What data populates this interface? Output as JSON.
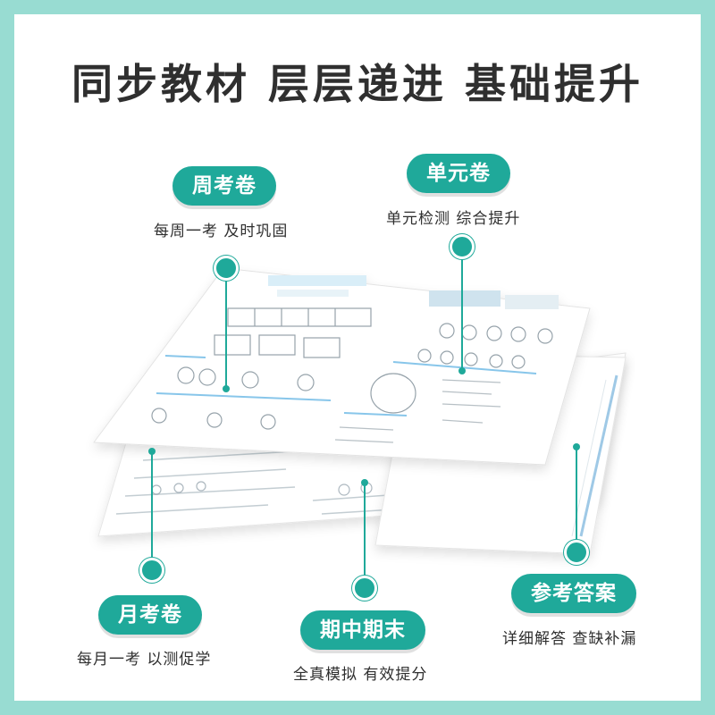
{
  "headline": "同步教材 层层递进 基础提升",
  "labels": {
    "weekly": {
      "title": "周考卷",
      "desc": "每周一考 及时巩固"
    },
    "unit": {
      "title": "单元卷",
      "desc": "单元检测 综合提升"
    },
    "monthly": {
      "title": "月考卷",
      "desc": "每月一考 以测促学"
    },
    "midfinal": {
      "title": "期中期末",
      "desc": "全真模拟 有效提分"
    },
    "answers": {
      "title": "参考答案",
      "desc": "详细解答 查缺补漏"
    }
  },
  "colors": {
    "accent": "#1fa99a",
    "border": "#98dcd2",
    "text": "#2f2f2f"
  }
}
